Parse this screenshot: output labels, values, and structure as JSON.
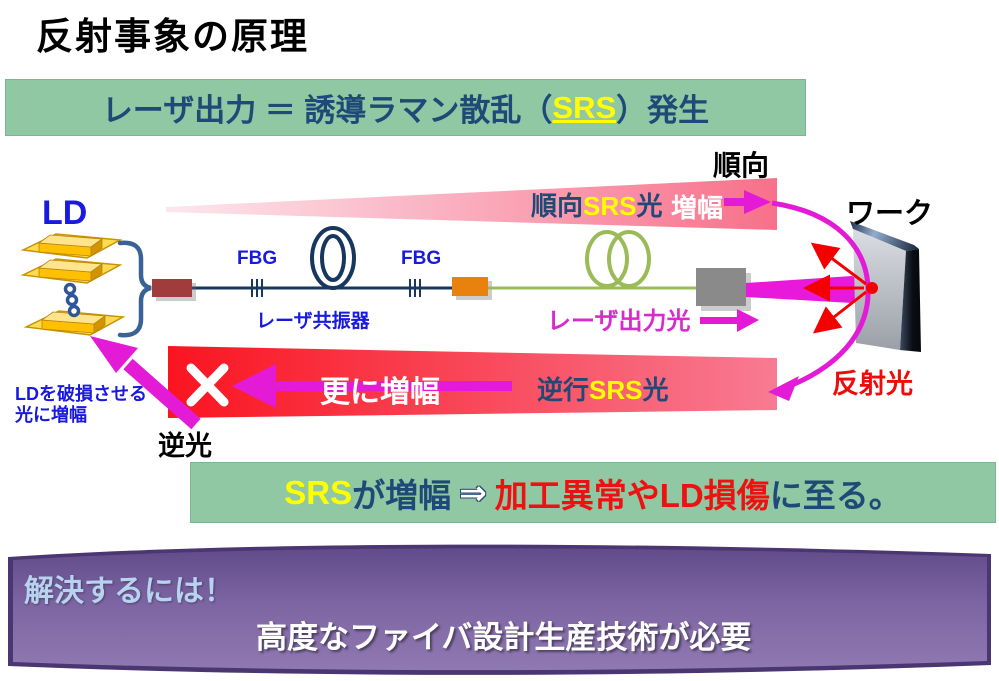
{
  "title": "反射事象の原理",
  "banner_srs": {
    "pre": "レーザ出力 ＝ 誘導ラマン散乱（",
    "srs": "SRS",
    "post": "）発生"
  },
  "forward": {
    "direction": "順向",
    "label_pre": "順向",
    "label_srs": "SRS",
    "label_post": "光",
    "amp": "増幅"
  },
  "ld": {
    "label": "LD",
    "damage_line1": "LDを破損させる",
    "damage_line2": "光に増幅"
  },
  "resonator": {
    "fbg1": "FBG",
    "fbg2": "FBG",
    "label": "レーザ共振器"
  },
  "output": {
    "label": "レーザ出力光"
  },
  "work": {
    "label": "ワーク",
    "reflect": "反射光"
  },
  "backward": {
    "amp": "更に増幅",
    "label_pre": "逆行",
    "label_srs": "SRS",
    "label_post": "光",
    "direction": "逆光"
  },
  "banner_result": {
    "srs": "SRS",
    "amp": "が増幅",
    "arrow": "⇒",
    "danger": "加工異常やLD損傷",
    "tail": "に至る。"
  },
  "banner_solution": {
    "line1": "解決するには！",
    "line2": "高度なファイバ設計生産技術が必要"
  },
  "icons": {
    "x_mark": "x-mark",
    "forward_amp_arrow": "right-arrow",
    "backward_amp_arrow": "left-arrow",
    "output_arrow": "right-arrow"
  },
  "colors": {
    "banner_green": "#8FC8A2",
    "navy_text": "#1F4977",
    "yellow": "#FFFF00",
    "magenta": "#E31BD6",
    "red": "#EE1111",
    "blue_label": "#1A1ADF",
    "pink_wedge": "#F8708A",
    "red_wedge": "#FA1420",
    "purple_banner": "#7D65A3",
    "fiber_navy": "#17375E",
    "fiber_olive": "#9BBB59"
  }
}
